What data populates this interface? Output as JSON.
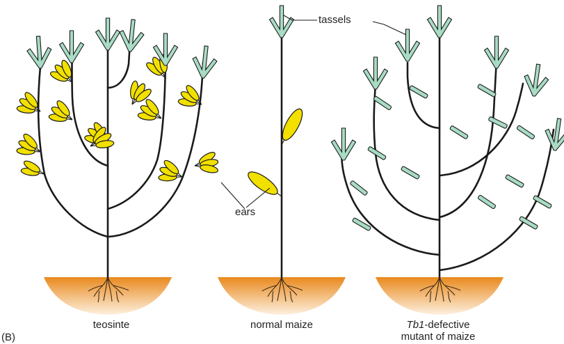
{
  "panel_label": "(B)",
  "labels": {
    "tassels": "tassels",
    "ears": "ears"
  },
  "captions": {
    "teosinte": "teosinte",
    "normal_maize": "normal maize",
    "mutant_italic": "Tb1",
    "mutant_rest": "-defective",
    "mutant_line2": "mutant of maize"
  },
  "colors": {
    "ear_fill": "#f2e000",
    "tassel_fill": "#a8dcc4",
    "stem": "#1a1a1a",
    "soil_top": "#e98a1e",
    "soil_bottom": "#fdf0df"
  }
}
